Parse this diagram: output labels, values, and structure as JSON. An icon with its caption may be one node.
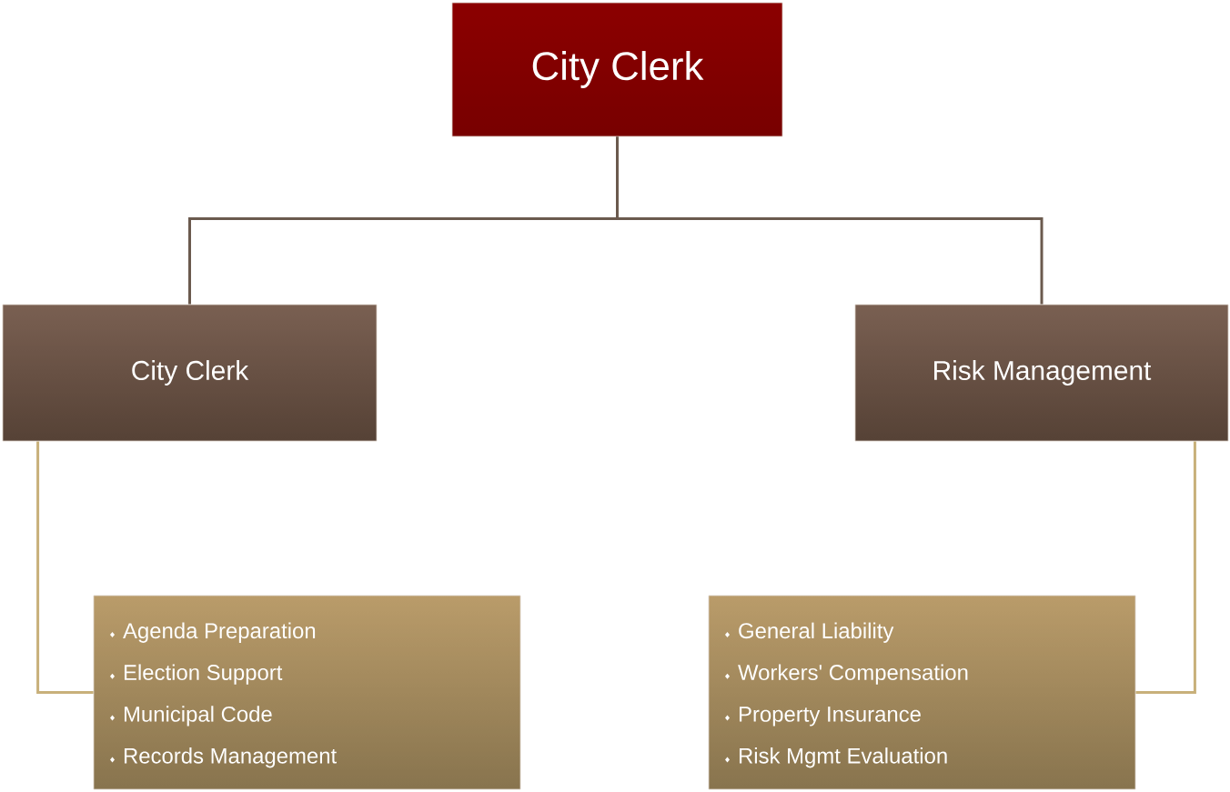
{
  "diagram": {
    "nodes": [
      {
        "text": [
          "City Clerk"
        ]
      },
      {
        "text": [
          "City Clerk"
        ]
      },
      {
        "text": [
          "Risk Management"
        ]
      },
      {
        "text": [
          "Agenda Preparation",
          "Election Support",
          "Municipal Code",
          "Records Management"
        ]
      },
      {
        "text": [
          "General Liability",
          "Workers' Compensation",
          "Property Insurance",
          "Risk Mgmt Evaluation"
        ]
      }
    ],
    "edges": [
      {
        "from": 0,
        "to": 1,
        "arrow": "none",
        "color": "#6b5a4e"
      },
      {
        "from": 0,
        "to": 2,
        "arrow": "none",
        "color": "#6b5a4e"
      },
      {
        "from": 1,
        "to": 3,
        "arrow": "none",
        "color": "#c8b07a"
      },
      {
        "from": 2,
        "to": 4,
        "arrow": "none",
        "color": "#c8b07a"
      }
    ]
  }
}
